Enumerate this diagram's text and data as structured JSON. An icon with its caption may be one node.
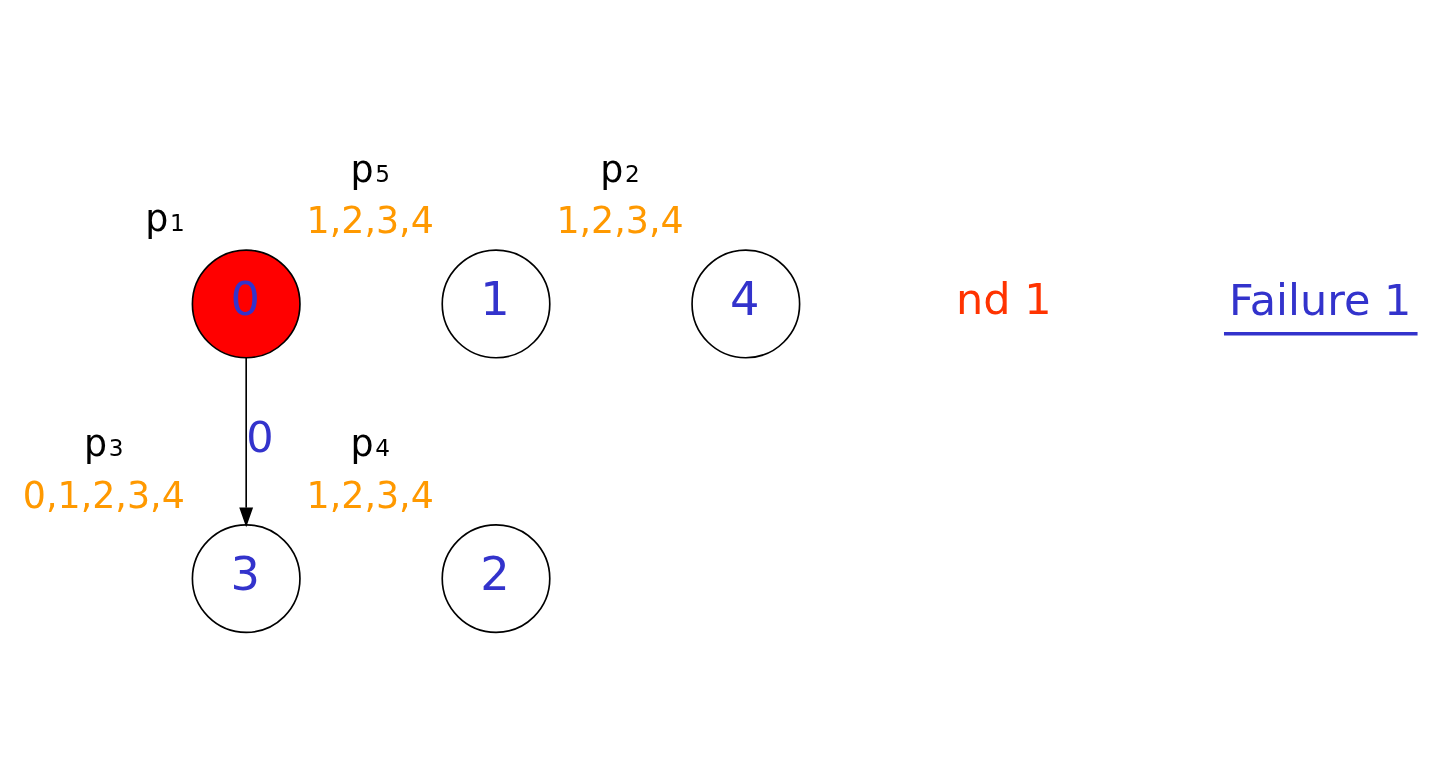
{
  "diagram": {
    "nodes": [
      {
        "text": [
          "0"
        ],
        "beside": [
          "p$_{1}$"
        ]
      },
      {
        "text": [
          "1"
        ],
        "beside": [
          "p$_{5}$",
          "1,2,3,4"
        ]
      },
      {
        "text": [
          "4"
        ],
        "beside": [
          "p$_{2}$",
          "1,2,3,4"
        ]
      },
      {
        "text": [
          "2"
        ],
        "beside": [
          "p$_{4}$",
          "1,2,3,4"
        ]
      },
      {
        "text": [
          "3"
        ],
        "beside": [
          "p$_{3}$",
          "0,1,2,3,4"
        ]
      }
    ],
    "edges": [
      {
        "from": 0,
        "to": 4,
        "arrow": "to",
        "label": "0"
      }
    ],
    "labels": [
      "nd 1",
      "Failure 1"
    ]
  }
}
